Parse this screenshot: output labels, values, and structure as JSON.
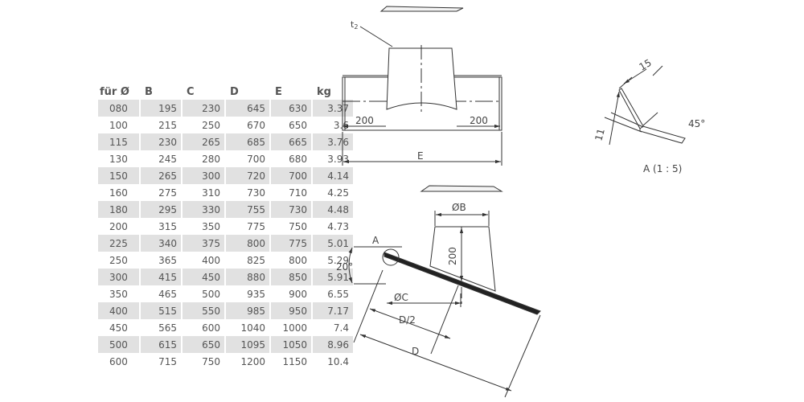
{
  "table": {
    "headers": [
      "für Ø",
      "B",
      "C",
      "D",
      "E",
      "kg"
    ],
    "rows": [
      [
        "080",
        "195",
        "230",
        "645",
        "630",
        "3.37"
      ],
      [
        "100",
        "215",
        "250",
        "670",
        "650",
        "3.6"
      ],
      [
        "115",
        "230",
        "265",
        "685",
        "665",
        "3.76"
      ],
      [
        "130",
        "245",
        "280",
        "700",
        "680",
        "3.93"
      ],
      [
        "150",
        "265",
        "300",
        "720",
        "700",
        "4.14"
      ],
      [
        "160",
        "275",
        "310",
        "730",
        "710",
        "4.25"
      ],
      [
        "180",
        "295",
        "330",
        "755",
        "730",
        "4.48"
      ],
      [
        "200",
        "315",
        "350",
        "775",
        "750",
        "4.73"
      ],
      [
        "225",
        "340",
        "375",
        "800",
        "775",
        "5.01"
      ],
      [
        "250",
        "365",
        "400",
        "825",
        "800",
        "5.29"
      ],
      [
        "300",
        "415",
        "450",
        "880",
        "850",
        "5.91"
      ],
      [
        "350",
        "465",
        "500",
        "935",
        "900",
        "6.55"
      ],
      [
        "400",
        "515",
        "550",
        "985",
        "950",
        "7.17"
      ],
      [
        "450",
        "565",
        "600",
        "1040",
        "1000",
        "7.4"
      ],
      [
        "500",
        "615",
        "650",
        "1095",
        "1050",
        "8.96"
      ],
      [
        "600",
        "715",
        "750",
        "1200",
        "1150",
        "10.4"
      ]
    ]
  },
  "drawing": {
    "front": {
      "t2": "t",
      "t2_sub": "2",
      "dim_left": "200",
      "dim_right": "200",
      "dim_e": "E"
    },
    "side": {
      "dim_b": "ØB",
      "dim_200": "200",
      "angle": "20°",
      "label_a": "A",
      "dim_c": "ØC",
      "dim_d2": "D/2",
      "dim_d": "D"
    },
    "detail": {
      "dim_15": "15",
      "dim_11": "11",
      "angle": "45°",
      "caption": "A (1 : 5)"
    }
  }
}
